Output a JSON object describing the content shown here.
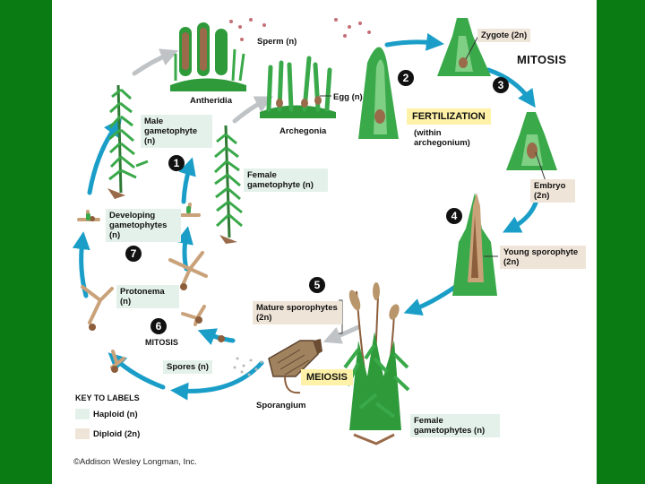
{
  "labels": {
    "sperm": "Sperm (n)",
    "antheridia": "Antheridia",
    "egg": "Egg (n)",
    "archegonia": "Archegonia",
    "zygote": "Zygote (2n)",
    "mitosis_top": "Mitosis",
    "fertilization": "Fertilization",
    "within_archegonium": "(within archegonium)",
    "male_gametophyte": "Male gametophyte (n)",
    "female_gametophyte": "Female gametophyte (n)",
    "embryo": "Embryo (2n)",
    "developing_gametophytes": "Developing gametophytes (n)",
    "young_sporophyte": "Young sporophyte (2n)",
    "protonema": "Protonema (n)",
    "mature_sporophytes": "Mature sporophytes (2n)",
    "mitosis_bottom": "Mitosis",
    "spores": "Spores (n)",
    "meiosis": "Meiosis",
    "sporangium": "Sporangium",
    "female_gametophytes": "Female gametophytes (n)"
  },
  "steps": [
    "1",
    "2",
    "3",
    "4",
    "5",
    "6",
    "7"
  ],
  "key": {
    "title": "Key to labels",
    "haploid": "Haploid (n)",
    "diploid": "Diploid (2n)"
  },
  "copyright": "©Addison Wesley Longman, Inc.",
  "colors": {
    "frame": "#0a7a12",
    "arrow": "#1a9ec8",
    "plant": "#2e9a3a",
    "haploid_key": "#e4f1ea",
    "diploid_key": "#efe4d8",
    "highlight": "#fff2a8"
  }
}
